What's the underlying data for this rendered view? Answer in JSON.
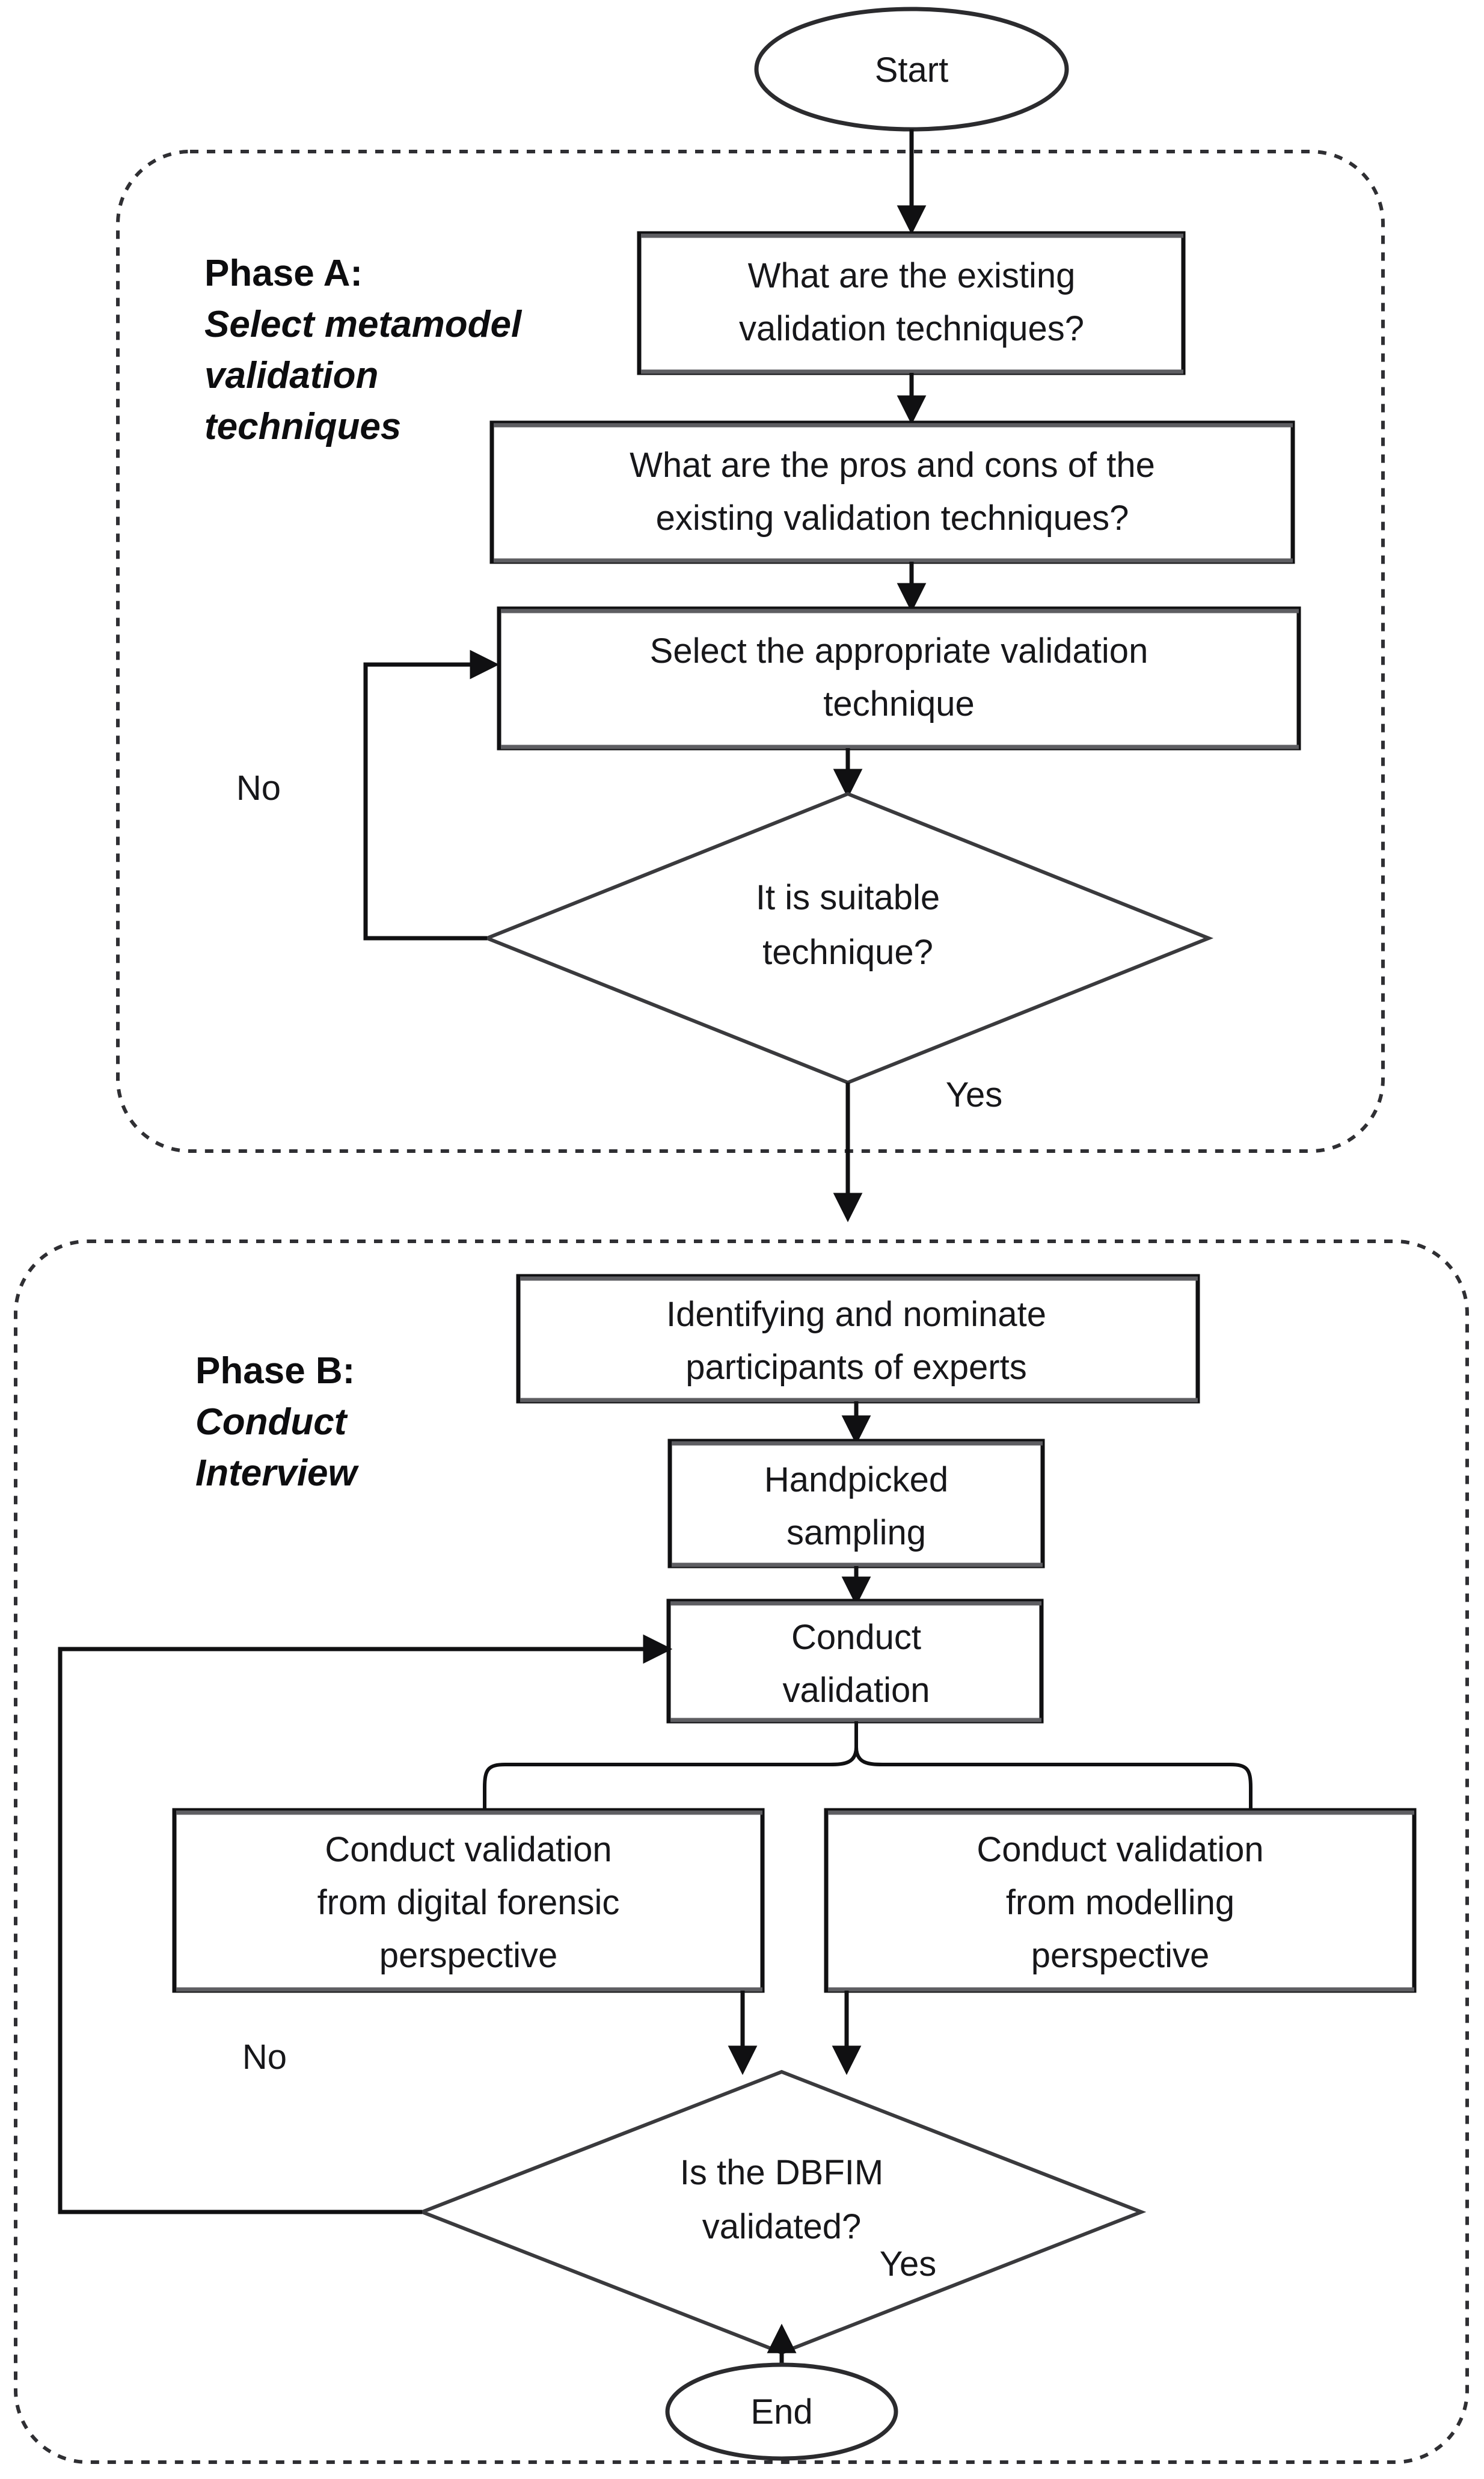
{
  "diagram": {
    "title": "Metamodel validation research methodology flowchart",
    "start_label": "Start",
    "end_label": "End"
  },
  "phases": [
    {
      "id": "phase-a",
      "heading": "Phase A:",
      "subheading_lines": [
        "Select metamodel",
        "validation",
        "techniques"
      ]
    },
    {
      "id": "phase-b",
      "heading": "Phase B:",
      "subheading_lines": [
        "Conduct",
        "Interview"
      ]
    }
  ],
  "nodes": {
    "start": {
      "label": "Start",
      "shape": "ellipse"
    },
    "a1": {
      "lines": [
        "What are the existing",
        "validation techniques?"
      ],
      "shape": "process"
    },
    "a2": {
      "lines": [
        "What are the pros and cons of the",
        "existing validation techniques?"
      ],
      "shape": "process"
    },
    "a3": {
      "lines": [
        "Select the appropriate validation",
        "technique"
      ],
      "shape": "process"
    },
    "a4": {
      "lines": [
        "It is suitable",
        "technique?"
      ],
      "shape": "decision"
    },
    "b1": {
      "lines": [
        "Identifying and nominate",
        "participants of experts"
      ],
      "shape": "process"
    },
    "b2": {
      "lines": [
        "Handpicked",
        "sampling"
      ],
      "shape": "process"
    },
    "b3": {
      "lines": [
        "Conduct",
        "validation"
      ],
      "shape": "process"
    },
    "b4": {
      "lines": [
        "Conduct validation",
        "from digital forensic",
        "perspective"
      ],
      "shape": "process"
    },
    "b5": {
      "lines": [
        "Conduct validation",
        "from modelling",
        "perspective"
      ],
      "shape": "process"
    },
    "b6": {
      "lines": [
        "Is the DBFIM",
        "validated?"
      ],
      "shape": "decision"
    },
    "end": {
      "label": "End",
      "shape": "ellipse"
    }
  },
  "edge_labels": {
    "a_no": "No",
    "a_yes": "Yes",
    "b_no": "No",
    "b_yes": "Yes"
  },
  "colors": {
    "stroke": "#101012",
    "text": "#17171a",
    "phase_border": "#2f2f33",
    "background": "#ffffff"
  }
}
